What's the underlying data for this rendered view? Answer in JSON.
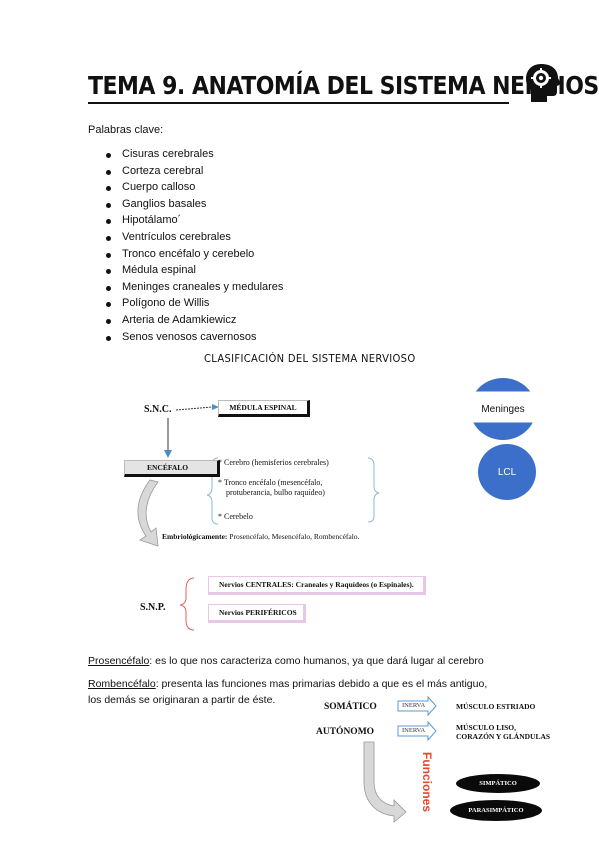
{
  "header": {
    "title": "TEMA 9. ANATOMÍA DEL SISTEMA NERVIOSO",
    "icon": "brain-head-icon"
  },
  "keywords": {
    "label": "Palabras clave:",
    "items": [
      "Cisuras cerebrales",
      "Corteza cerebral",
      "Cuerpo calloso",
      "Ganglios basales",
      "Hipotálamo´",
      "Ventrículos cerebrales",
      "Tronco encéfalo y cerebelo",
      "Médula espinal",
      "Meninges craneales y medulares",
      "Polígono de Willis",
      "Arteria de Adamkiewicz",
      "Senos venosos cavernosos"
    ]
  },
  "diagram": {
    "title": "Clasificación del sistema nervioso",
    "snc": "S.N.C.",
    "medula": "MÉDULA ESPINAL",
    "encefalo": "ENCÉFALO",
    "encefalo_items": [
      "* Cerebro (hemisferios cerebrales)",
      "* Tronco encéfalo (mesencéfalo,",
      "protuberancia, bulbo raquídeo)",
      "* Cerebelo"
    ],
    "embrio_label": "Embriológicamente:",
    "embrio_text": " Prosencéfalo, Mesencéfalo, Rombencéfalo.",
    "snp": "S.N.P.",
    "centrales": "Nervios CENTRALES: Craneales y Raquídeos (o Espinales).",
    "perifericos": "Nervios PERIFÉRICOS",
    "circle_meninges": "Meninges",
    "circle_lcl": "LCL",
    "colors": {
      "circle_blue": "#3c6fc9",
      "bracket_red": "#e06060",
      "bracket_blue": "#8fb8d8"
    }
  },
  "paragraphs": {
    "prosencefalo_term": "Prosencéfalo",
    "prosencefalo_text": ": es lo que nos caracteriza como humanos, ya que dará lugar al cerebro",
    "rombencefalo_term": "Rombencéfalo",
    "rombencefalo_text": ": presenta las funciones mas primarias debido a que es el más antiguo,",
    "rombencefalo_text2": "los demás se originaran a partir de  éste."
  },
  "functions": {
    "somatico": "SOMÁTICO",
    "autonomo": "AUTÓNOMO",
    "inerva": "INERVA",
    "musculo_estriado": "MÚSCULO ESTRIADO",
    "musculo_liso_1": "MÚSCULO LISO,",
    "musculo_liso_2": "CORAZÓN Y GLÁNDULAS",
    "funciones": "Funciones",
    "simpatico": "SIMPÁTICO",
    "parasimpatico": "PARASIMPÁTICO",
    "funciones_color": "#e8452a"
  }
}
